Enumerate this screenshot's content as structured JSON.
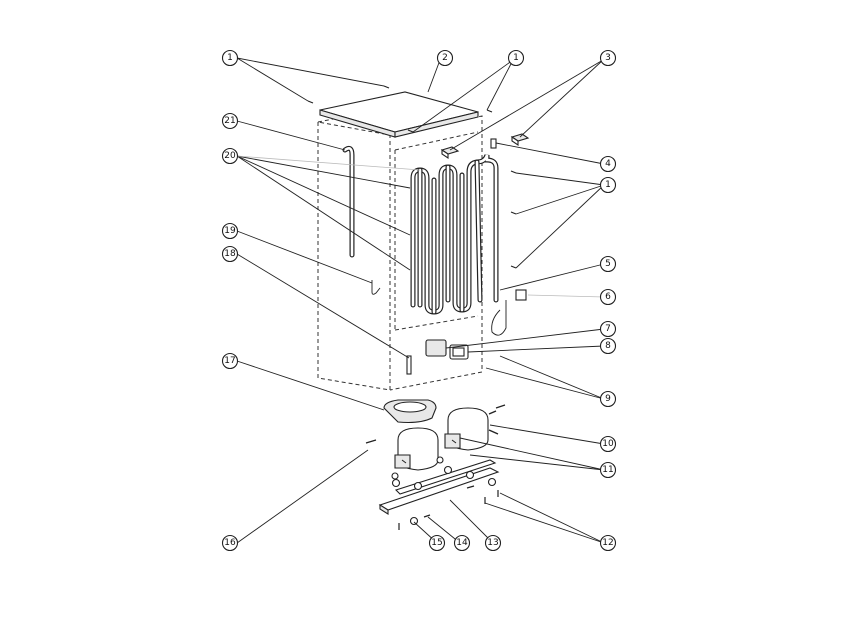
{
  "diagram": {
    "callouts": [
      {
        "id": "c1a",
        "label": "1"
      },
      {
        "id": "c2",
        "label": "2"
      },
      {
        "id": "c1b",
        "label": "1"
      },
      {
        "id": "c3",
        "label": "3"
      },
      {
        "id": "c21",
        "label": "21"
      },
      {
        "id": "c20",
        "label": "20"
      },
      {
        "id": "c4",
        "label": "4"
      },
      {
        "id": "c1c",
        "label": "1"
      },
      {
        "id": "c19",
        "label": "19"
      },
      {
        "id": "c18",
        "label": "18"
      },
      {
        "id": "c5",
        "label": "5"
      },
      {
        "id": "c6",
        "label": "6"
      },
      {
        "id": "c7",
        "label": "7"
      },
      {
        "id": "c8",
        "label": "8"
      },
      {
        "id": "c17",
        "label": "17"
      },
      {
        "id": "c9",
        "label": "9"
      },
      {
        "id": "c10",
        "label": "10"
      },
      {
        "id": "c11",
        "label": "11"
      },
      {
        "id": "c16",
        "label": "16"
      },
      {
        "id": "c12",
        "label": "12"
      },
      {
        "id": "c15",
        "label": "15"
      },
      {
        "id": "c14",
        "label": "14"
      },
      {
        "id": "c13",
        "label": "13"
      }
    ]
  }
}
